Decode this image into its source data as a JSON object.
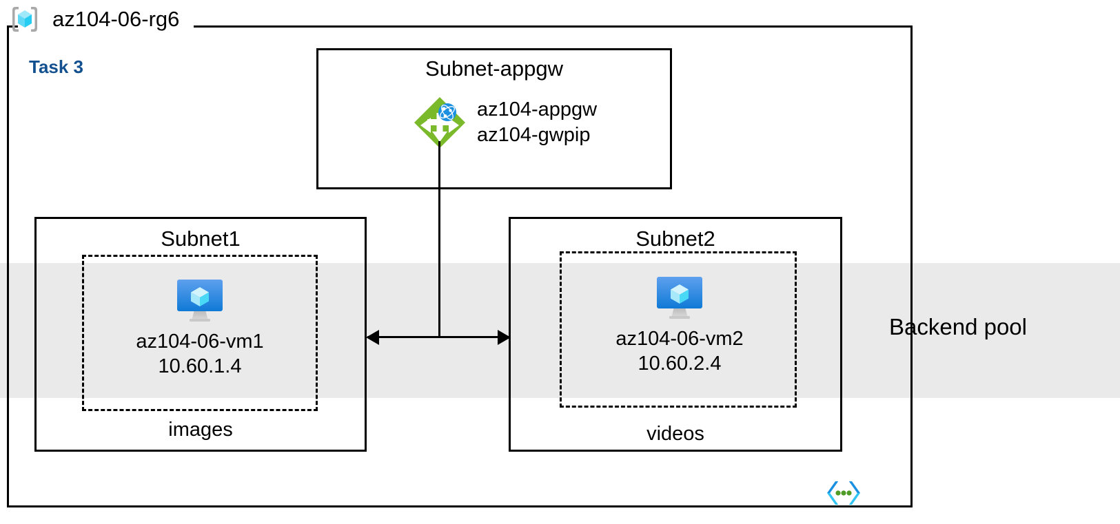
{
  "diagram": {
    "resource_group": {
      "name": "az104-06-rg6",
      "icon": "resource-group-icon"
    },
    "task_label": "Task 3",
    "backend_pool": {
      "label": "Backend pool",
      "band_color": "#eaeaea"
    },
    "virtual_network_icon": "virtual-network-icon",
    "subnets": [
      {
        "title": "Subnet-appgw",
        "footer": "",
        "resources": [
          {
            "icon": "application-gateway-icon",
            "lines": [
              "az104-appgw",
              "az104-gwpip"
            ]
          }
        ]
      },
      {
        "title": "Subnet1",
        "footer": "images",
        "resources": [
          {
            "icon": "virtual-machine-icon",
            "lines": [
              "az104-06-vm1",
              "10.60.1.4"
            ]
          }
        ]
      },
      {
        "title": "Subnet2",
        "footer": "videos",
        "resources": [
          {
            "icon": "virtual-machine-icon",
            "lines": [
              "az104-06-vm2",
              "10.60.2.4"
            ]
          }
        ]
      }
    ],
    "colors": {
      "task_text": "#12508f",
      "appgw_green": "#7ab929",
      "appgw_globe_blue": "#1b8fe0",
      "vm_blue": "#1b84e0",
      "vm_cube_cyan": "#9fe6fa",
      "vnet_cyan": "#32c5f4",
      "vnet_blue": "#1b8fe0",
      "vnet_green": "#4f9b26",
      "rg_cube_cyan": "#46d9f5",
      "line_black": "#000000"
    }
  }
}
